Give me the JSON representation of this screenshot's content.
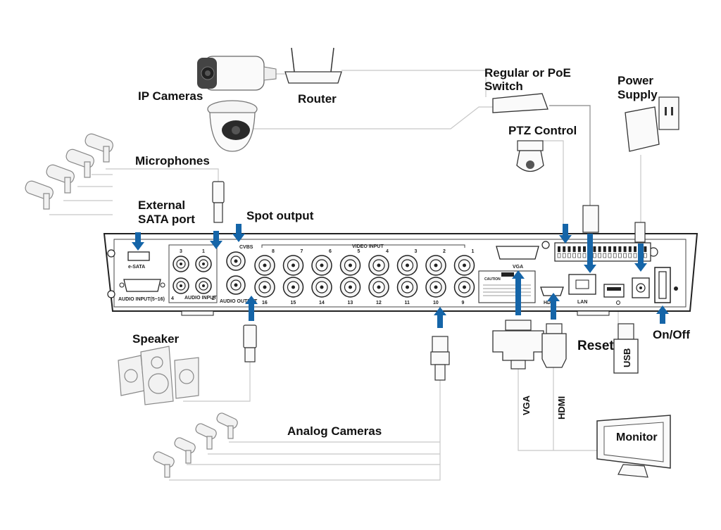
{
  "labels": {
    "ip_cameras": "IP Cameras",
    "router": "Router",
    "switch_line1": "Regular or PoE",
    "switch_line2": "Switch",
    "power_line1": "Power",
    "power_line2": "Supply",
    "ptz_control": "PTZ Control",
    "microphones": "Microphones",
    "external_sata_line1": "External",
    "external_sata_line2": "SATA port",
    "spot_output": "Spot output",
    "speaker": "Speaker",
    "analog_cameras": "Analog Cameras",
    "reset": "Reset",
    "on_off": "On/Off",
    "usb": "USB",
    "vga_cable": "VGA",
    "hdmi_cable": "HDMI",
    "monitor": "Monitor"
  },
  "panel": {
    "esata": "e-SATA",
    "audio_input_main": "AUDIO INPUT(5~16)",
    "audio_input": "AUDIO INPUT",
    "audio_output": "AUDIO OUTPUT",
    "cvbs": "CVBS",
    "video_input": "VIDEO INPUT",
    "vga": "VGA",
    "hdmi": "HDMI",
    "lan": "LAN",
    "caution": "CAUTION",
    "audio_ports_top": [
      "3",
      "1"
    ],
    "audio_ports_bottom": [
      "4",
      "2"
    ],
    "video_top_row": [
      "8",
      "7",
      "6",
      "5",
      "4",
      "3",
      "2",
      "1"
    ],
    "video_bottom_row": [
      "16",
      "15",
      "14",
      "13",
      "12",
      "11",
      "10",
      "9"
    ]
  },
  "colors": {
    "arrow": "#1565a8",
    "wire": "#c8c8c8",
    "device_outline": "#333333",
    "background": "#ffffff"
  }
}
